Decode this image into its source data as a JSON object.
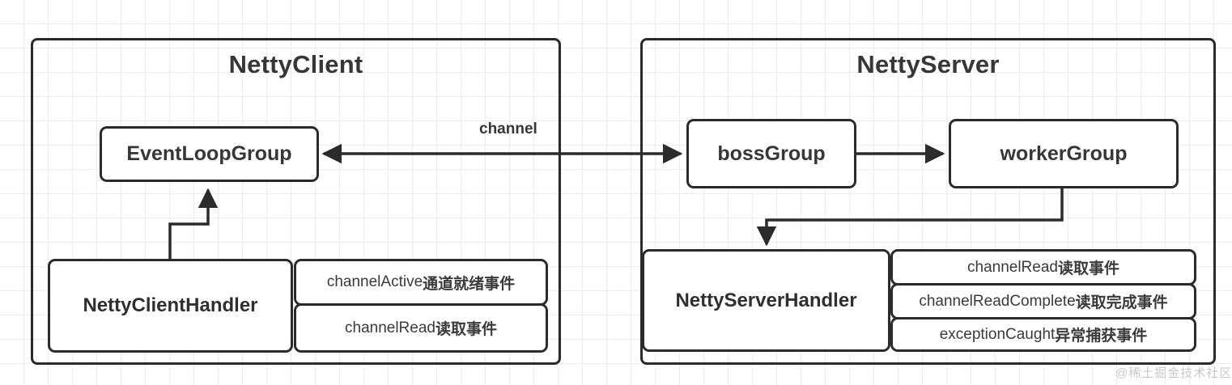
{
  "diagram": {
    "title_client": "NettyClient",
    "title_server": "NettyServer",
    "channel_label": "channel",
    "watermark": "@稀土掘金技术社区",
    "colors": {
      "stroke": "#2b2b2b",
      "text": "#373737",
      "grid": "#ededed",
      "background": "#ffffff",
      "watermark": "#c9c9c9"
    }
  },
  "client": {
    "title": "NettyClient",
    "event_loop_group": "EventLoopGroup",
    "handler": "NettyClientHandler",
    "events": [
      {
        "method": "channelActive",
        "zh": "通道就绪事件"
      },
      {
        "method": "channelRead",
        "zh": "读取事件"
      }
    ]
  },
  "server": {
    "title": "NettyServer",
    "boss_group": "bossGroup",
    "worker_group": "workerGroup",
    "handler": "NettyServerHandler",
    "events": [
      {
        "method": "channelRead",
        "zh": "读取事件"
      },
      {
        "method": "channelReadComplete",
        "zh": "读取完成事件"
      },
      {
        "method": "exceptionCaught",
        "zh": "异常捕获事件"
      }
    ]
  }
}
